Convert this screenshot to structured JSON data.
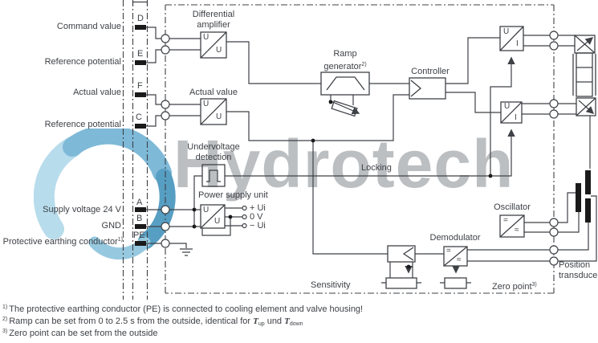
{
  "watermark": {
    "text": "Hydrotech"
  },
  "colors": {
    "line": "#3e4146",
    "watermark_gray": "#bcbfc2",
    "swirl_light": "#a6d4e8",
    "swirl_mid": "#5fa8cf",
    "swirl_dark": "#2e86b5"
  },
  "connector": {
    "pins": [
      {
        "letter": "D"
      },
      {
        "letter": "E"
      },
      {
        "letter": "F"
      },
      {
        "letter": "C"
      },
      {
        "letter": "A"
      },
      {
        "letter": "B"
      },
      {
        "letter": "PE"
      }
    ]
  },
  "left_labels": {
    "command": "Command value",
    "reference1": "Reference potential",
    "actual": "Actual value",
    "reference2": "Reference potential",
    "supply": "Supply voltage  24 V",
    "gnd": "GND",
    "protective": "Protective earthing conductor",
    "protective_sup": "1)"
  },
  "blocks": {
    "differential_line1": "Differential",
    "differential_line2": "amplifier",
    "ramp_line1": "Ramp",
    "ramp_line2": "generator",
    "ramp_sup": "2)",
    "actual_value": "Actual value",
    "controller": "Controller",
    "undervoltage_line1": "Undervoltage",
    "undervoltage_line2": "detection",
    "power_supply": "Power supply unit",
    "oscillator": "Oscillator",
    "demodulator": "Demodulator"
  },
  "power_outputs": {
    "plus": "+ Ui",
    "zero": "0 V",
    "minus": "− Ui"
  },
  "annotations": {
    "locking": "Locking",
    "sensitivity": "Sensitivity",
    "zero_point": "Zero point",
    "zero_point_sup": "3)",
    "position_line1": "Position",
    "position_line2": "transducer"
  },
  "symbols": {
    "u": "U",
    "i": "I",
    "dc": "=",
    "ac": "≈"
  },
  "footnotes": [
    {
      "sup": "1)",
      "text": "The protective earthing conductor (PE) is connected to cooling element and valve housing!"
    },
    {
      "sup": "2)",
      "pre": "Ramp can be set from 0 to 2.5 s from the outside, identical for ",
      "t1": "T",
      "t1sub": "up",
      "mid": " und ",
      "t2": "T",
      "t2sub": "down"
    },
    {
      "sup": "3)",
      "text": "Zero point can be set from the outside"
    }
  ]
}
